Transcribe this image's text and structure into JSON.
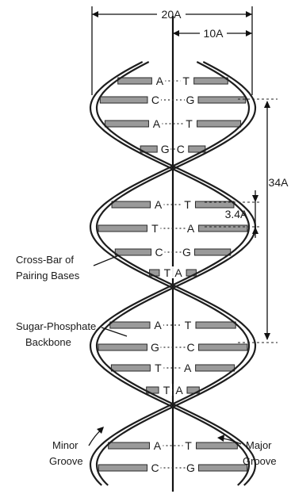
{
  "dimensions": {
    "full_width": "20A",
    "half_width": "10A",
    "pitch": "34A",
    "rise": "3.4A"
  },
  "labels": {
    "crossbar_line1": "Cross-Bar of",
    "crossbar_line2": "Pairing Bases",
    "backbone_line1": "Sugar-Phosphate",
    "backbone_line2": "Backbone",
    "minor_line1": "Minor",
    "minor_line2": "Groove",
    "major_line1": "Major",
    "major_line2": "Groove"
  },
  "base_pairs": [
    {
      "left": "A",
      "right": "T"
    },
    {
      "left": "C",
      "right": "G"
    },
    {
      "left": "A",
      "right": "T"
    },
    {
      "left": "G",
      "right": "C"
    },
    {
      "left": "A",
      "right": "T"
    },
    {
      "left": "T",
      "right": "A"
    },
    {
      "left": "C",
      "right": "G"
    },
    {
      "left": "T",
      "right": "A"
    },
    {
      "left": "A",
      "right": "T"
    },
    {
      "left": "G",
      "right": "C"
    },
    {
      "left": "T",
      "right": "A"
    },
    {
      "left": "T",
      "right": "A"
    },
    {
      "left": "A",
      "right": "T"
    },
    {
      "left": "C",
      "right": "G"
    }
  ]
}
